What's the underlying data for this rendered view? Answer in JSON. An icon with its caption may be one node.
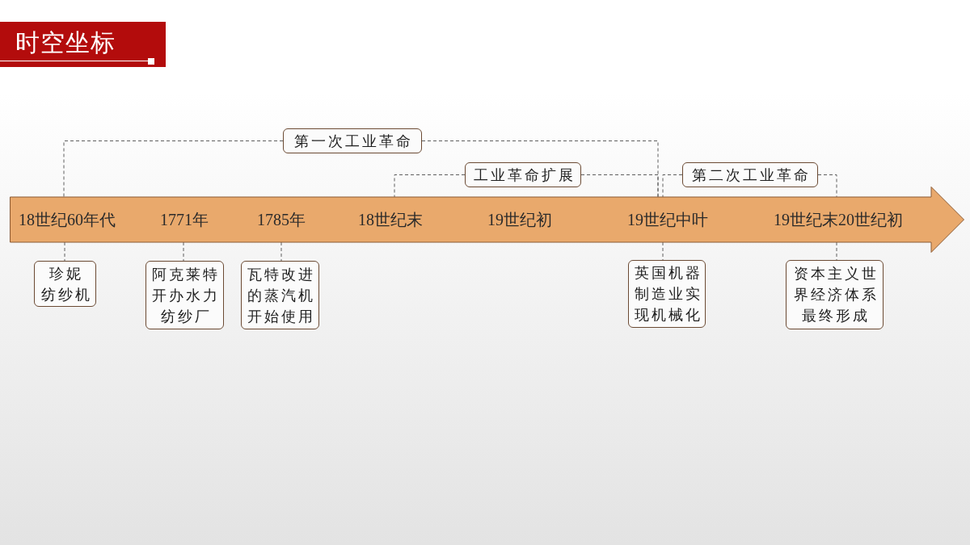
{
  "diagram": {
    "title": "时空坐标",
    "nodes": [
      {
        "text": [
          "第一次工业革命"
        ]
      },
      {
        "text": [
          "工业革命扩展"
        ]
      },
      {
        "text": [
          "第二次工业革命"
        ]
      },
      {
        "text": [
          "18世纪60年代",
          "1771年",
          "1785年",
          "18世纪末",
          "19世纪初",
          "19世纪中叶",
          "19世纪末20世纪初"
        ]
      },
      {
        "text": [
          "珍妮纺纱机"
        ]
      },
      {
        "text": [
          "阿克莱特开办水力纺纱厂"
        ]
      },
      {
        "text": [
          "瓦特改进的蒸汽机开始使用"
        ]
      },
      {
        "text": [
          "英国机器制造业实现机械化"
        ]
      },
      {
        "text": [
          "资本主义世界经济体系最终形成"
        ]
      }
    ],
    "edges": [
      {
        "from": 0,
        "to": 3,
        "arrow": "none",
        "style": "dashed"
      },
      {
        "from": 0,
        "to": 3,
        "arrow": "none",
        "style": "dashed"
      },
      {
        "from": 1,
        "to": 3,
        "arrow": "none",
        "style": "dashed"
      },
      {
        "from": 1,
        "to": 3,
        "arrow": "none",
        "style": "dashed"
      },
      {
        "from": 2,
        "to": 3,
        "arrow": "none",
        "style": "dashed"
      },
      {
        "from": 2,
        "to": 3,
        "arrow": "none",
        "style": "dashed"
      },
      {
        "from": 3,
        "to": 4,
        "arrow": "none",
        "style": "dashed"
      },
      {
        "from": 3,
        "to": 5,
        "arrow": "none",
        "style": "dashed"
      },
      {
        "from": 3,
        "to": 6,
        "arrow": "none",
        "style": "dashed"
      },
      {
        "from": 3,
        "to": 7,
        "arrow": "none",
        "style": "dashed"
      },
      {
        "from": 3,
        "to": 8,
        "arrow": "none",
        "style": "dashed"
      }
    ]
  }
}
